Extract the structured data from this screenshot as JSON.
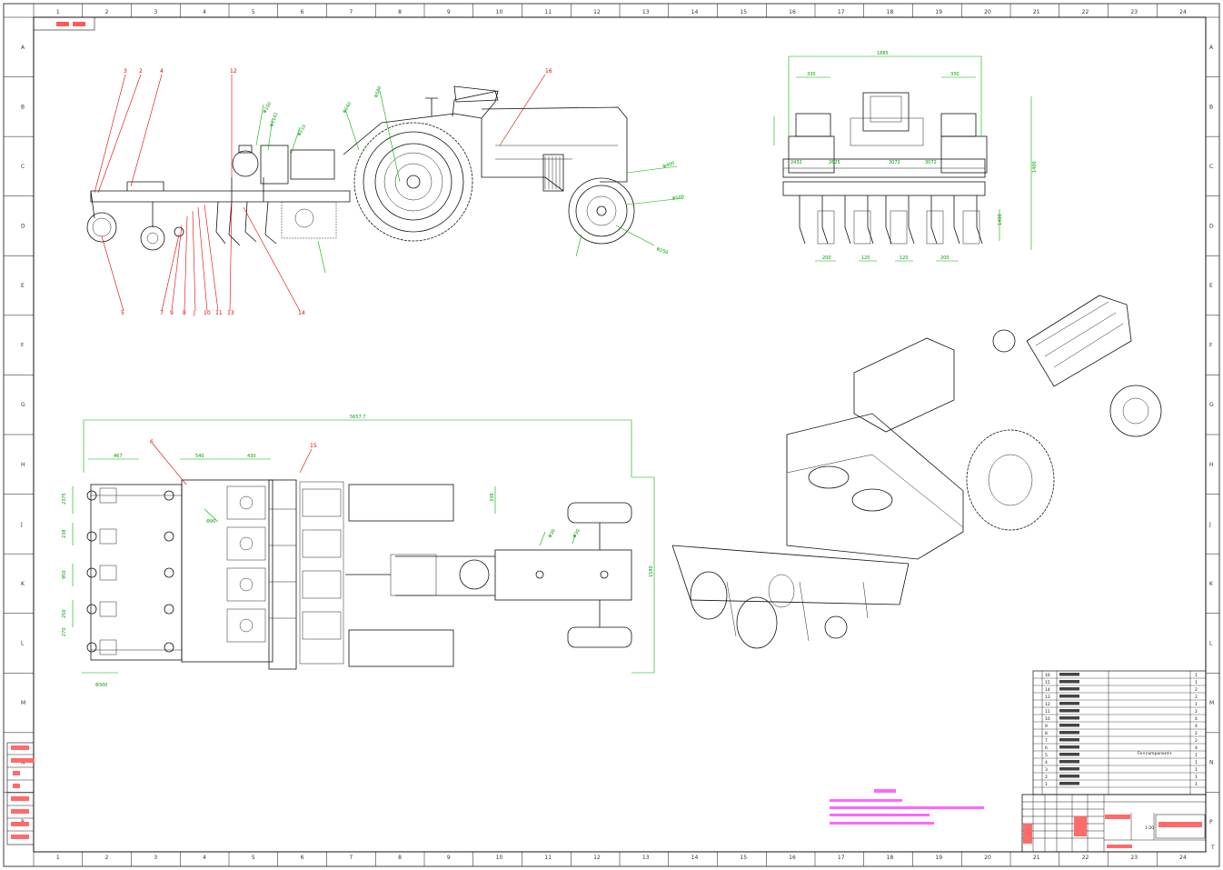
{
  "sheet": {
    "zone_columns": [
      "1",
      "2",
      "3",
      "4",
      "5",
      "6",
      "7",
      "8",
      "9",
      "10",
      "11",
      "12",
      "13",
      "14",
      "15",
      "16",
      "17",
      "18",
      "19",
      "20",
      "21",
      "22",
      "23",
      "24"
    ],
    "zone_rows": [
      "A",
      "B",
      "C",
      "D",
      "E",
      "F",
      "G",
      "H",
      "J",
      "K",
      "L",
      "M",
      "N",
      "P"
    ],
    "corner_label": "T"
  },
  "side_view": {
    "part_labels": [
      "3",
      "2",
      "4",
      "12",
      "16",
      "5",
      "7",
      "9",
      "8",
      "10",
      "J",
      "11",
      "13",
      "14"
    ],
    "dimensions": [
      "Φ580",
      "Φ240",
      "Φ210",
      "Φ100",
      "Φ1142",
      "Φ400",
      "Φ500",
      "Φ250"
    ]
  },
  "front_view": {
    "dimensions": [
      "1885",
      "330",
      "330",
      "2432",
      "2625",
      "3072",
      "3072",
      "1400",
      "200",
      "120",
      "120",
      "200",
      "1400"
    ]
  },
  "top_view": {
    "part_labels": [
      "6",
      "15"
    ],
    "dimensions": [
      "5657.7",
      "467",
      "540",
      "430",
      "2375",
      "238",
      "950",
      "250",
      "270",
      "Φ300",
      "1580",
      "Φ90",
      "Φ30",
      "Φ30",
      "338"
    ]
  },
  "parts_table": {
    "rows": [
      {
        "no": "16",
        "qty": "1"
      },
      {
        "no": "15",
        "qty": "1"
      },
      {
        "no": "14",
        "qty": "2"
      },
      {
        "no": "13",
        "qty": "2"
      },
      {
        "no": "12",
        "qty": "1"
      },
      {
        "no": "11",
        "qty": "2"
      },
      {
        "no": "10",
        "qty": "4"
      },
      {
        "no": "9",
        "qty": "4"
      },
      {
        "no": "8",
        "qty": "2"
      },
      {
        "no": "7",
        "qty": "2"
      },
      {
        "no": "6",
        "qty": "4"
      },
      {
        "no": "5",
        "qty": "1"
      },
      {
        "no": "4",
        "qty": "1"
      },
      {
        "no": "3",
        "qty": "1"
      },
      {
        "no": "2",
        "qty": "1"
      },
      {
        "no": "1",
        "qty": "1"
      }
    ],
    "material_note": "Fe+component+"
  },
  "title_block": {
    "scale": "1:20"
  }
}
